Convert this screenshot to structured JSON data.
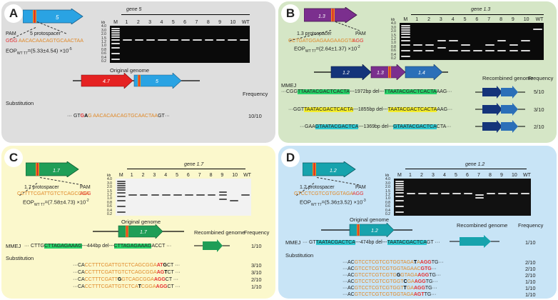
{
  "colors": {
    "panel_a": "#dedede",
    "panel_b": "#d5e6c6",
    "panel_c": "#fbf8cc",
    "panel_d": "#c8e4f6",
    "mmej_green": "#29d36a",
    "mmej_yellow": "#f4ee2c",
    "mmej_cyan": "#2ec8d0",
    "spacer_orange": "#e08a2a",
    "pam_red": "#e53030"
  },
  "panels": {
    "a": {
      "letter": "A",
      "gene_label": "gene 5",
      "gene_num": "5",
      "lanes": [
        "M",
        "1",
        "2",
        "3",
        "4",
        "5",
        "6",
        "7",
        "8",
        "9",
        "10",
        "WT"
      ],
      "kb_ticks": [
        "kb",
        "4.0",
        "3.0",
        "2.0",
        "1.5",
        "1.2",
        "1.0",
        "0.8",
        "0.6",
        "0.4",
        "0.2"
      ],
      "pam_label": "PAM",
      "protospacer_label": "5 protospacer",
      "pam_seq": "GGG",
      "spacer_seq": "AACACAACAGTGCAACTAA",
      "eop_prefix": "EOP",
      "eop_sub": "WT T7",
      "eop_value": "=(5.33±4.54) ×10",
      "eop_exp": "-5",
      "genome_label": "Original genome",
      "gene_left": "4.7",
      "gene_right": "5",
      "section": "Substitution",
      "freq_header": "Frequency",
      "sub_prefix": "··· GT",
      "sub_g": "G",
      "sub_a": "A",
      "sub_spacer": "G AACACAACAGTGCAACTAA",
      "sub_suffix": "GT···",
      "sub_freq": "10/10"
    },
    "b": {
      "letter": "B",
      "gene_label": "gene 1.3",
      "gene_num": "1.3",
      "lanes": [
        "M",
        "1",
        "2",
        "3",
        "4",
        "5",
        "6",
        "7",
        "8",
        "9",
        "10",
        "WT"
      ],
      "kb_ticks": [
        "kb",
        "4.0",
        "3.0",
        "2.0",
        "1.5",
        "1.2",
        "1.0",
        "0.8",
        "0.6",
        "0.4",
        "0.2"
      ],
      "protospacer_label": "1.3 protospacer",
      "pam_label": "PAM",
      "spacer_seq": "CCTGATGGAGAAGAAGGTA",
      "pam_seq": "AGG",
      "eop_prefix": "EOP",
      "eop_sub": "WT T7",
      "eop_value": "=(2.64±1.37) ×10",
      "eop_exp": "-2",
      "genes": [
        "1.2",
        "1.3",
        "1.4"
      ],
      "recombined_label": "Recombined genome",
      "freq_header": "Frequency",
      "section": "MMEJ",
      "rows": [
        {
          "pre": "···CGG",
          "hl1": "TTAATACGACTCACTA",
          "mid": "---1972bp del---",
          "hl2": "TTAATACGACTCACTA",
          "post": "AAG···",
          "freq": "5/10"
        },
        {
          "pre": "···GGT",
          "hl1": "TAATACGACTCACTA",
          "mid": "---1855bp del---",
          "hl2": "TAATACGACTCACTA",
          "post": "AAG···",
          "freq": "3/10"
        },
        {
          "pre": "···GAA",
          "hl1": "GTAATACGACTCA",
          "mid": "---1369bp del---",
          "hl2": "GTAATACGACTCA",
          "post": "CTA···",
          "freq": "2/10"
        }
      ]
    },
    "c": {
      "letter": "C",
      "gene_label": "gene 1.7",
      "gene_num": "1.7",
      "lanes": [
        "M",
        "1",
        "2",
        "3",
        "4",
        "5",
        "6",
        "7",
        "8",
        "9",
        "10",
        "WT"
      ],
      "kb_ticks": [
        "kb",
        "4.0",
        "3.0",
        "2.0",
        "1.5",
        "1.2",
        "1.0",
        "0.8",
        "0.6",
        "0.4",
        "0.2"
      ],
      "protospacer_label": "1.7 protospacer",
      "pam_label": "PAM",
      "spacer_seq": "CCTTTCGATTGTCTCAGCGGA",
      "pam_seq": "AGG",
      "eop_prefix": "EOP",
      "eop_sub": "WT T7",
      "eop_value": "=(7.58±4.73) ×10",
      "eop_exp": "-2",
      "genome_label": "Original genome",
      "recombined_label": "Recombined genome",
      "freq_header": "Frequency",
      "section_mmej": "MMEJ",
      "section_sub": "Substitution",
      "mmej": {
        "pre": "··· CTTG",
        "hl1": "CTTAGAGAAAG",
        "mid": "---444bp del---",
        "hl2": "CTTAGAGAAAG",
        "post": "ACCT ···",
        "freq": "1/10"
      },
      "subs": [
        {
          "pre": "···CA",
          "spacer": "CCTTTCGATTGTCTCAGCGGA",
          "pam": "AT",
          "bold": "G",
          "post": "CT ···",
          "freq": "3/10"
        },
        {
          "pre": "···CA",
          "spacer": "CCTTTCGATTGTCTCAGCGGA",
          "pam": "AG",
          "bold": "T",
          "post": "CT ···",
          "freq": "3/10"
        },
        {
          "pre": "···CA",
          "spacer": "CCTTTCGATT",
          "bold2": "G",
          "spacer2": "GTCAGCGGA",
          "pam": "AGG",
          "post": "CT ···",
          "freq": "2/10"
        },
        {
          "pre": "···CA",
          "spacer": "CCTTTCGATTGTCTCA",
          "bold2": "T",
          "spacer2": "CGGA",
          "pam": "AGG",
          "post": "CT ···",
          "freq": "1/10"
        }
      ]
    },
    "d": {
      "letter": "D",
      "gene_label": "gene 1.2",
      "gene_num": "1.2",
      "lanes": [
        "M",
        "1",
        "2",
        "3",
        "4",
        "5",
        "6",
        "7",
        "8",
        "9",
        "10",
        "WT"
      ],
      "kb_ticks": [
        "kb",
        "4.0",
        "3.0",
        "2.0",
        "1.5",
        "1.2",
        "1.0",
        "0.8",
        "0.6",
        "0.4",
        "0.2"
      ],
      "protospacer_label": "1.2 protospacer",
      "pam_label": "PAM",
      "spacer_seq": "GTCCTCGTCGTGGTAGA",
      "pam_seq": "AGG",
      "eop_prefix": "EOP",
      "eop_sub": "WT T7",
      "eop_value": "=(5.36±3.52) ×10",
      "eop_exp": "-3",
      "genome_label": "Original genome",
      "recombined_label": "Recombined genome",
      "freq_header": "Frequency",
      "section_mmej": "MMEJ",
      "section_sub": "Substitution",
      "mmej": {
        "pre": "··· GT",
        "hl1": "TAATACGACTCA",
        "mid": "---474bp del---",
        "hl2": "TAATACGACTCA",
        "post": "GT ···",
        "freq": "1/10"
      },
      "subs": [
        {
          "pre": "···AC",
          "a": "GTCCTCGTCGTGGTAGA",
          "b": "T",
          "c": "A",
          "d": "AGG",
          "e": "TG···",
          "freq": "2/10"
        },
        {
          "pre": "···AC",
          "a": "GTCCTCGTCGTGGTAGA",
          "b": "",
          "c": "AC",
          "d": "GTG",
          "e": "···",
          "freq": "2/10"
        },
        {
          "pre": "···AC",
          "a": "GTCCTCGTCGTG",
          "b": "G",
          "c": "GTAGA",
          "d": "AGG",
          "e": "TG···",
          "freq": "2/10"
        },
        {
          "pre": "···AC",
          "a": "GTCCTCGTCGTGGT",
          "b": "C",
          "c": "GA",
          "d": "AGG",
          "e": "TG···",
          "freq": "1/10"
        },
        {
          "pre": "···AC",
          "a": "GTCCTCGTCGTGGT",
          "b": "T",
          "c": "GA",
          "d": "AGG",
          "e": "TG···",
          "freq": "1/10"
        },
        {
          "pre": "···AC",
          "a": "GTCCTCGTCGTGGTAGA",
          "b": "",
          "c": "",
          "d": "AGT",
          "e": "TG···",
          "freq": "1/10"
        }
      ]
    }
  }
}
